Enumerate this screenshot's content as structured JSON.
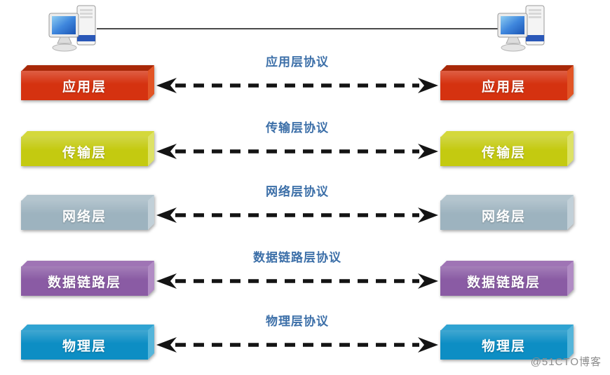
{
  "page": {
    "watermark": "@51CTO博客",
    "background": "#ffffff"
  },
  "icons": {
    "left_host": "desktop-computer-icon",
    "right_host": "desktop-computer-icon"
  },
  "colors": {
    "protocol_text": "#3c6fa8",
    "arrow": "#141414",
    "link_line": "#4a4a4a",
    "watermark_text": "#8c8c8c"
  },
  "layers": [
    {
      "label": "应用层",
      "protocol": "应用层协议",
      "color": "#d53210",
      "top_color": "#a82808",
      "side_color": "#e25526"
    },
    {
      "label": "传输层",
      "protocol": "传输层协议",
      "color": "#c4ca10",
      "top_color": "#d4d83c",
      "side_color": "#dde266"
    },
    {
      "label": "网络层",
      "protocol": "网络层协议",
      "color": "#9db3bf",
      "top_color": "#b4c5ce",
      "side_color": "#c2d0d8"
    },
    {
      "label": "数据链路层",
      "protocol": "数据链路层协议",
      "color": "#8a5ba4",
      "top_color": "#9f74b5",
      "side_color": "#b18cc4"
    },
    {
      "label": "物理层",
      "protocol": "物理层协议",
      "color": "#0d8ec4",
      "top_color": "#2fa3d2",
      "side_color": "#55b5da"
    }
  ]
}
